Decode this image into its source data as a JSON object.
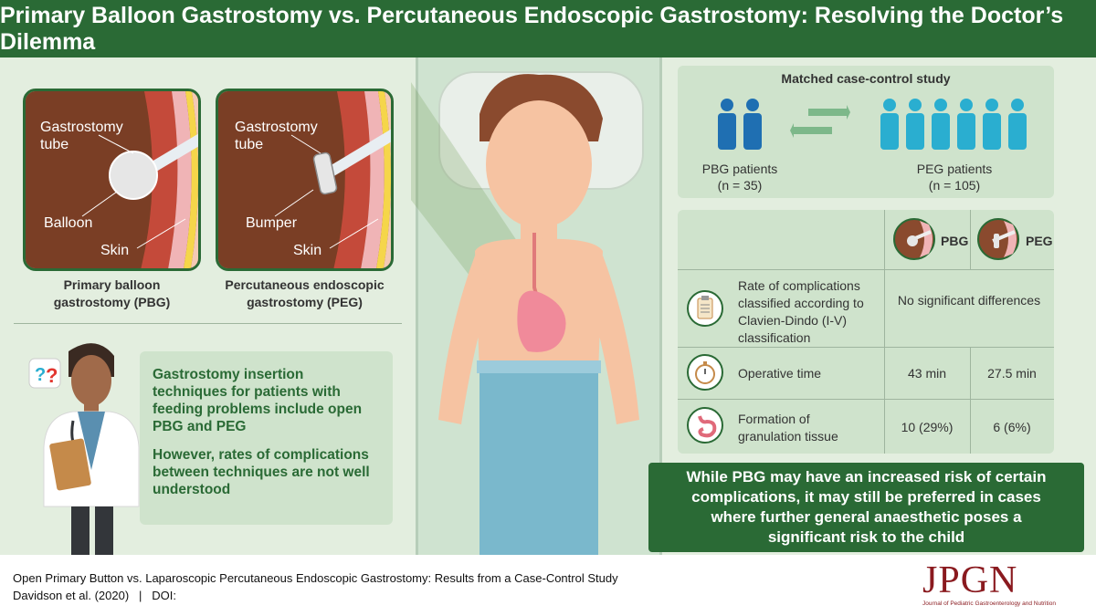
{
  "header": {
    "title": "Primary Balloon Gastrostomy vs. Percutaneous Endoscopic Gastrostomy: Resolving the Doctor’s Dilemma"
  },
  "diagrams": {
    "pbg": {
      "label_tube": "Gastrostomy tube",
      "label_device": "Balloon",
      "label_skin": "Skin",
      "caption_line1": "Primary balloon",
      "caption_line2": "gastrostomy (PBG)"
    },
    "peg": {
      "label_tube": "Gastrostomy tube",
      "label_device": "Bumper",
      "label_skin": "Skin",
      "caption_line1": "Percutaneous endoscopic",
      "caption_line2": "gastrostomy (PEG)"
    }
  },
  "info": {
    "para1": "Gastrostomy insertion techniques for patients with feeding problems include open PBG and PEG",
    "para2": "However, rates of complications between techniques are not well understood"
  },
  "study": {
    "title": "Matched case-control study",
    "pbg_label": "PBG patients",
    "pbg_n": "(n = 35)",
    "peg_label": "PEG patients",
    "peg_n": "(n = 105)"
  },
  "table": {
    "col1": "PBG",
    "col2": "PEG",
    "rows": [
      {
        "label": "Rate of complications classified according to Clavien-Dindo (I-V) classification",
        "merged": "No significant differences",
        "icon": "clipboard-icon"
      },
      {
        "label": "Operative time",
        "pbg": "43 min",
        "peg": "27.5 min",
        "icon": "stopwatch-icon"
      },
      {
        "label": "Formation of granulation tissue",
        "pbg": "10 (29%)",
        "peg": "6 (6%)",
        "icon": "stomach-icon"
      }
    ]
  },
  "conclusion": "While PBG may have an increased risk of certain complications, it may still be preferred in cases where further general anaesthetic poses a significant risk to the child",
  "footer": {
    "citation": "Open Primary Button vs. Laparoscopic Percutaneous Endoscopic Gastrostomy: Results from a Case-Control Study",
    "authors": "Davidson et al. (2020)   |   DOI:",
    "logo": "JPGN",
    "logo_sub": "Journal of Pediatric Gastroenterology and Nutrition"
  },
  "colors": {
    "brand_green": "#2a6a35",
    "panel_green": "#cfe3cc",
    "bg": "#e3eedf",
    "pbg_people": "#1f6fb2",
    "peg_people": "#2aaed0",
    "logo_red": "#8a1a1f"
  }
}
